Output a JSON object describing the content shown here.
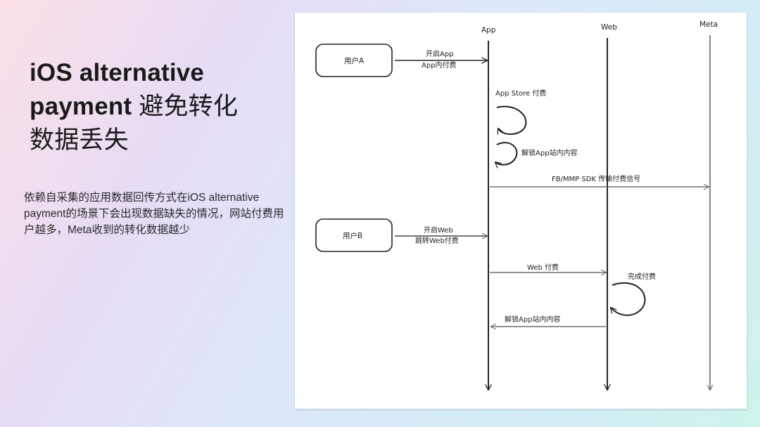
{
  "slide": {
    "title_en": "iOS alternative payment",
    "title_cn_1": "避免转化",
    "title_cn_2": "数据丢失",
    "description": "依赖自采集的应用数据回传方式在iOS alternative payment的场景下会出现数据缺失的情况，网站付费用户越多，Meta收到的转化数据越少"
  },
  "diagram": {
    "lifelines": {
      "app": "App",
      "web": "Web",
      "meta": "Meta"
    },
    "user_a": "用户A",
    "user_b": "用户B",
    "msg_open_app": "开启App",
    "msg_app_pay": "App内付费",
    "msg_app_store_pay": "App Store 付费",
    "msg_unlock_app_1": "解锁App站内内容",
    "msg_sdk_signal": "FB/MMP SDK 传输付费信号",
    "msg_open_web": "开启Web",
    "msg_jump_web_pay": "跳转Web付费",
    "msg_web_pay": "Web 付费",
    "msg_complete_pay": "完成付费",
    "msg_unlock_app_2": "解锁App站内内容"
  }
}
